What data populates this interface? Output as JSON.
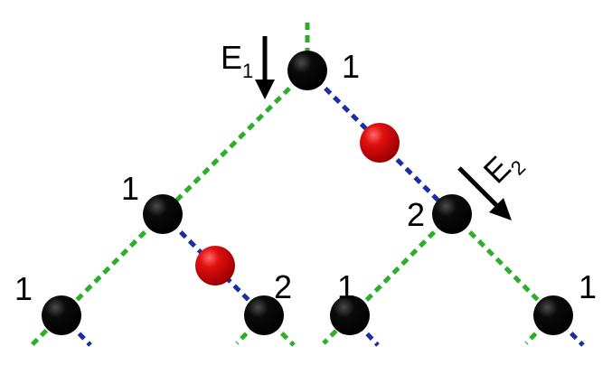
{
  "colors": {
    "green_bond": "#2cae2c",
    "blue_bond": "#1a2fa3",
    "black_node": "#000000",
    "red_atom": "#d00000",
    "background": "#ffffff"
  },
  "node_labels": {
    "top": "1",
    "left_mid": "1",
    "right_mid": "2",
    "bottom_1": "1",
    "bottom_2": "2",
    "bottom_3": "1",
    "bottom_4": "1"
  },
  "fields": {
    "e1": {
      "letter": "E",
      "subscript": "1"
    },
    "e2": {
      "letter": "E",
      "subscript": "2"
    }
  },
  "icons": {
    "e1_arrow": "arrow-down-icon",
    "e2_arrow": "arrow-down-right-icon"
  }
}
